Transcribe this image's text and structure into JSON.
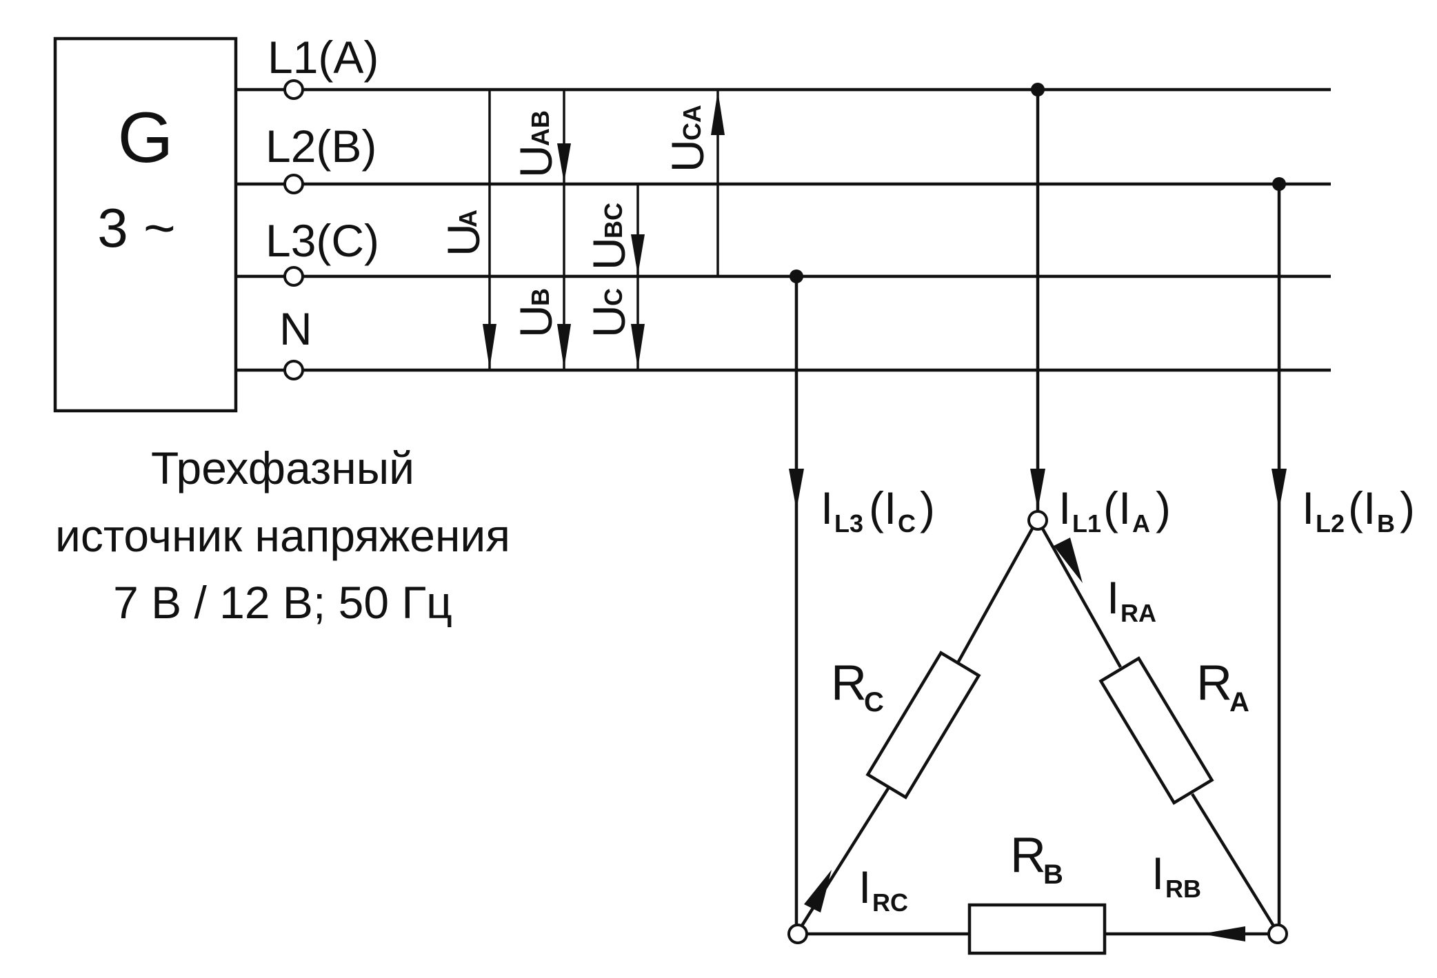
{
  "generator": {
    "symbol": "G",
    "phase": "3 ~"
  },
  "lines": {
    "l1": "L1(A)",
    "l2": "L2(B)",
    "l3": "L3(C)",
    "n": "N"
  },
  "voltages": {
    "u_main": "U",
    "ab": "AB",
    "ca": "CA",
    "bc": "BC",
    "a": "A",
    "b": "B",
    "c": "C"
  },
  "currents": {
    "i_main": "I",
    "l3": "L3",
    "l3_paren_c": "C",
    "l1": "L1",
    "l1_paren_a": "A",
    "l2": "L2",
    "l2_paren_b": "B",
    "ra": "RA",
    "rb": "RB",
    "rc": "RC"
  },
  "resistors": {
    "r_main": "R",
    "a": "A",
    "b": "B",
    "c": "C"
  },
  "caption": {
    "line1": "Трехфазный",
    "line2": "источник напряжения",
    "line3": "7 В / 12 В; 50 Гц"
  }
}
